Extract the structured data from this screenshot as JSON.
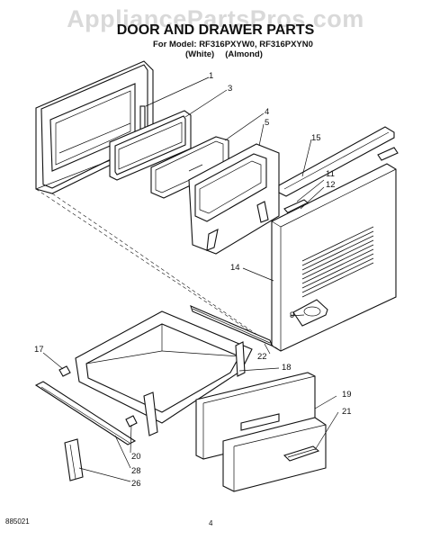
{
  "watermark": "AppliancePartsPros.com",
  "title": "DOOR AND DRAWER PARTS",
  "model_line": "For Model: RF316PXYW0, RF316PXYN0",
  "colors": [
    "(White)",
    "(Almond)"
  ],
  "callouts": [
    "1",
    "3",
    "4",
    "5",
    "15",
    "11",
    "12",
    "14",
    "9",
    "22",
    "17",
    "18",
    "19",
    "21",
    "20",
    "28",
    "26"
  ],
  "footer": {
    "code": "885021",
    "page": "4"
  }
}
